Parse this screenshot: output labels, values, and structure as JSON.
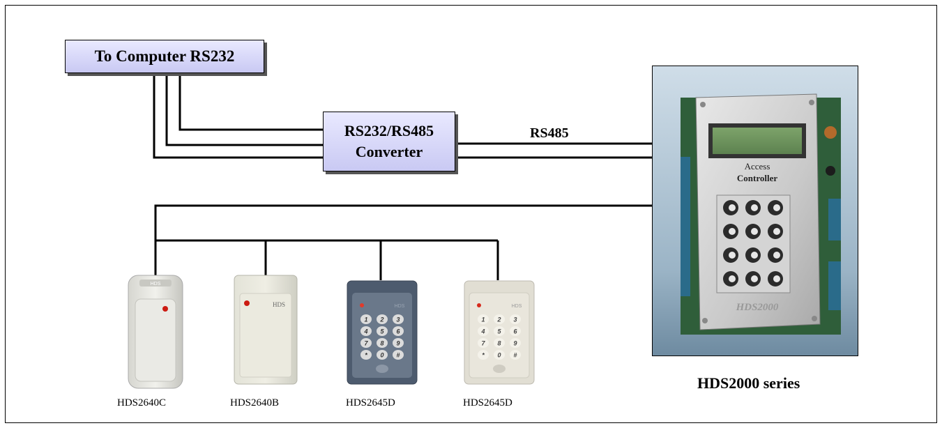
{
  "computer_box": {
    "label": "To Computer RS232"
  },
  "converter_box": {
    "line1": "RS232/RS485",
    "line2": "Converter"
  },
  "link_label": "RS485",
  "controller": {
    "series_label": "HDS2000 series",
    "panel_title_1": "Access",
    "panel_title_2": "Controller",
    "panel_brand": "HDS2000"
  },
  "readers": [
    {
      "model": "HDS2640C",
      "brand": "HDS",
      "type": "card"
    },
    {
      "model": "HDS2640B",
      "brand": "HDS",
      "type": "card"
    },
    {
      "model": "HDS2645D",
      "brand": "HDS",
      "type": "keypad-dark"
    },
    {
      "model": "HDS2645D",
      "brand": "HDS",
      "type": "keypad-light"
    }
  ],
  "keypad_keys": [
    "1",
    "2",
    "3",
    "4",
    "5",
    "6",
    "7",
    "8",
    "9",
    "*",
    "0",
    "#"
  ]
}
